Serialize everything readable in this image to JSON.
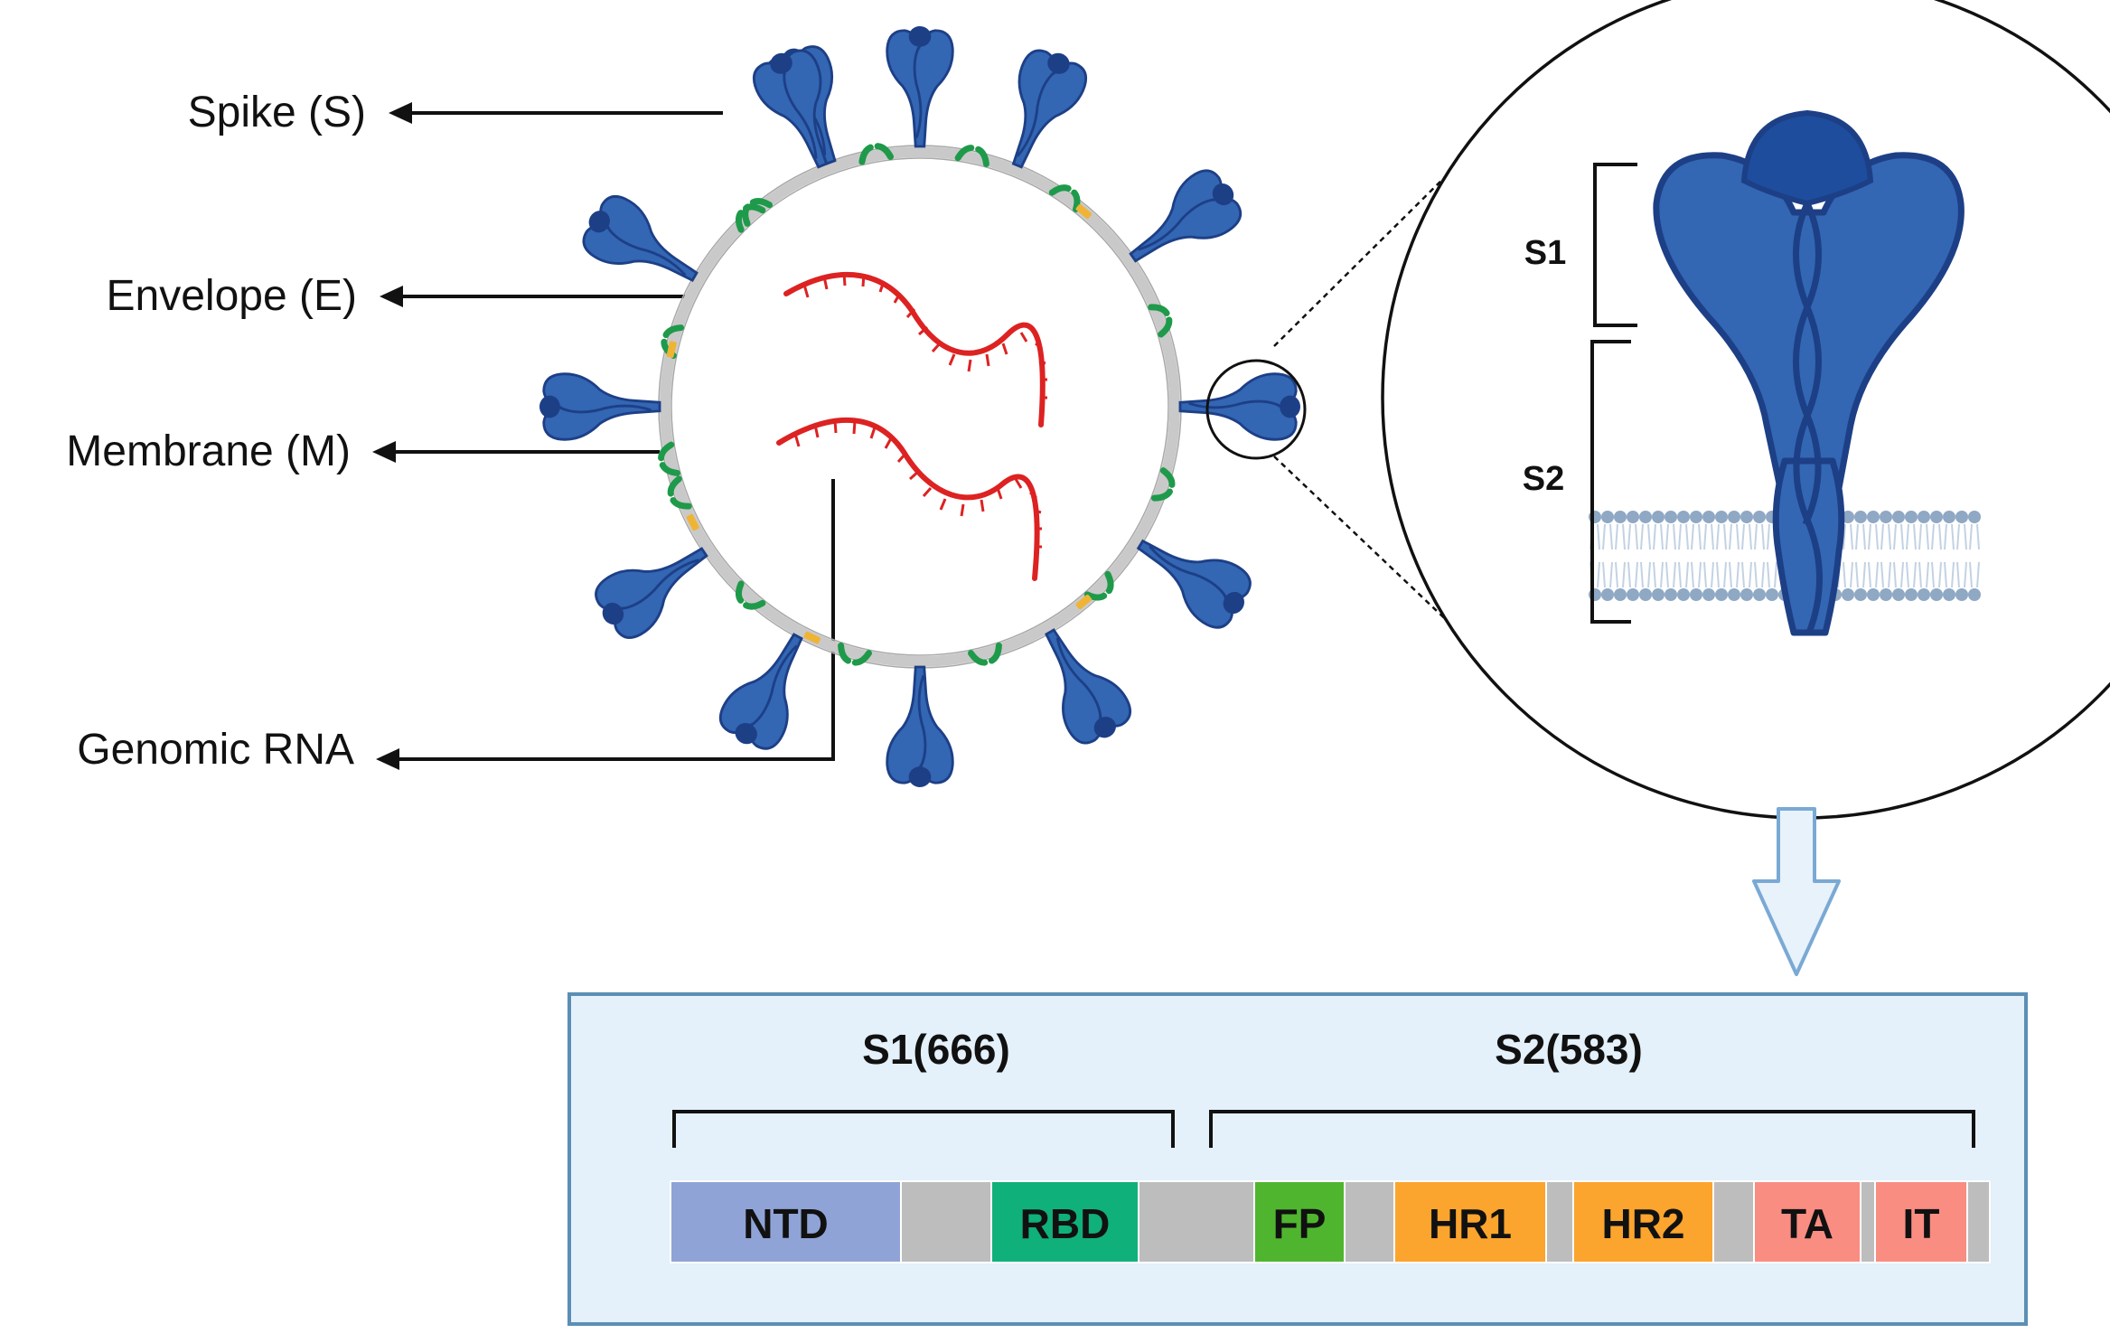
{
  "labels": {
    "spike": "Spike (S)",
    "envelope": "Envelope (E)",
    "membrane": "Membrane (M)",
    "rna": "Genomic RNA"
  },
  "zoom": {
    "s1": "S1",
    "s2": "S2"
  },
  "domain_map": {
    "s1_title": "S1(666)",
    "s2_title": "S2(583)",
    "segments": [
      {
        "label": "NTD",
        "color": "#8fa3d6"
      },
      {
        "label": "",
        "color": "#bdbdbd"
      },
      {
        "label": "RBD",
        "color": "#10b07a"
      },
      {
        "label": "",
        "color": "#bdbdbd"
      },
      {
        "label": "FP",
        "color": "#4fb52f"
      },
      {
        "label": "",
        "color": "#bdbdbd"
      },
      {
        "label": "HR1",
        "color": "#fba42e"
      },
      {
        "label": "",
        "color": "#bdbdbd"
      },
      {
        "label": "HR2",
        "color": "#fba42e"
      },
      {
        "label": "",
        "color": "#bdbdbd"
      },
      {
        "label": "TA",
        "color": "#f98d82"
      },
      {
        "label": "",
        "color": "#bdbdbd"
      },
      {
        "label": "IT",
        "color": "#f98d82"
      },
      {
        "label": "",
        "color": "#bdbdbd"
      }
    ]
  },
  "colors": {
    "spike": "#3366b3",
    "spike_dark": "#1d3f86",
    "membrane_protein": "#1e9a4a",
    "envelope_protein": "#f0b435",
    "rna": "#dd2222",
    "envelope_ring": "#c9c9c9",
    "panel_bg": "#e4f0fa",
    "panel_border": "#5b8fb5"
  }
}
